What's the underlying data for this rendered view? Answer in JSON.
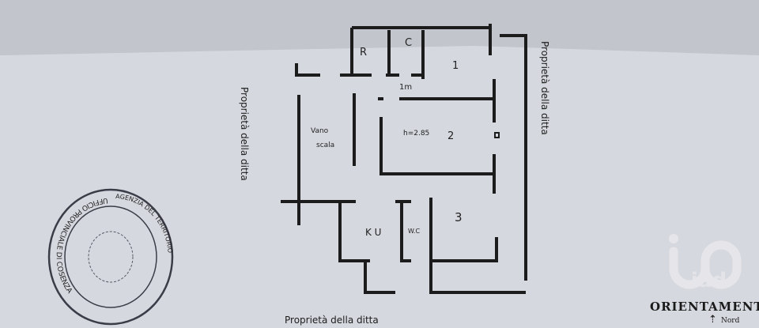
{
  "document": {
    "rooms": {
      "r": "R",
      "c": "C",
      "room1": "1",
      "hall_width": "1m",
      "height": "h=2.85",
      "room2": "2",
      "stair_line1": "Vano",
      "stair_line2": "scala",
      "kitchen": "K U",
      "wc": "W.C",
      "room3": "3"
    },
    "neighbors": {
      "left": "Proprietà della ditta",
      "right": "Proprietà della ditta",
      "bottom": "Proprietà della ditta"
    },
    "stamp": {
      "top_text": "UFFICIO PROVINCIALE DI COSENZA",
      "side_text": "AGENZIA DEL TERRITORIO"
    },
    "orientation": {
      "label": "ORIENTAMENTO",
      "north": "Nord"
    },
    "logo": {
      "text": "iad"
    },
    "colors": {
      "paper": "#d6d8df",
      "fold": "#c3c5cc",
      "ink": "#1c1c1c",
      "stamp": "#3a3d48"
    }
  }
}
